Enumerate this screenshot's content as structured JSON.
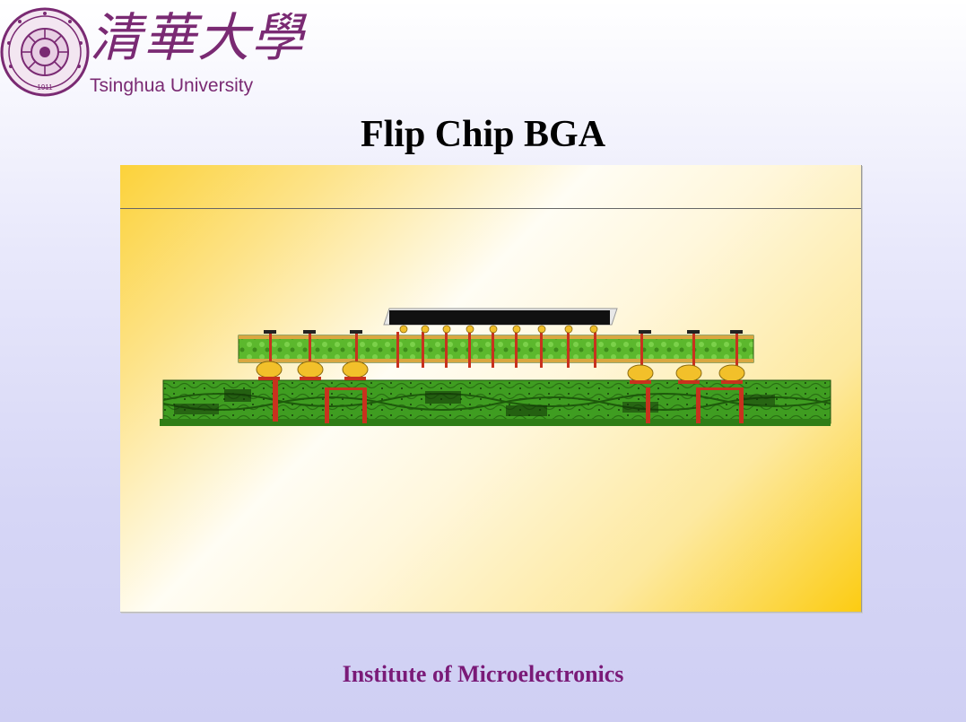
{
  "header": {
    "logo_chinese": "清華大學",
    "logo_english": "Tsinghua University",
    "seal_year": "1911"
  },
  "slide": {
    "title": "Flip Chip BGA"
  },
  "footer": {
    "text": "Institute of Microelectronics"
  },
  "colors": {
    "purple": "#7a2a73",
    "board_green": "#3c9a1e",
    "substrate_green": "#56b82a",
    "copper_red": "#c8321e",
    "solder_gold": "#f2c02a",
    "die_black": "#111111"
  }
}
